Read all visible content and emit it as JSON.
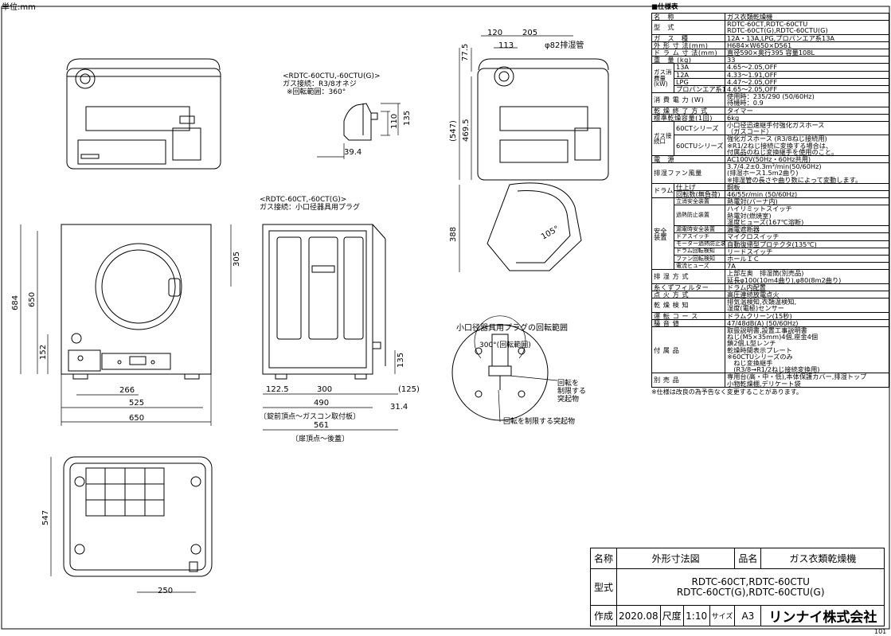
{
  "unit_label": "単位:mm",
  "page_number": "101",
  "notes": {
    "ctu_header": "<RDTC-60CTU,-60CTU(G)>",
    "ctu_gas": "ガス接続：R3/8オネジ",
    "ctu_rotation": "※回転範囲：360°",
    "ct_header": "<RDTC-60CT,-60CT(G)>",
    "ct_gas": "ガス接続：小口径器具用プラグ",
    "plug_title": "小口径器具用プラグの回転範囲",
    "plug_range": "300°(回転範囲)",
    "plug_label1a": "回転を",
    "plug_label1b": "制限する",
    "plug_label1c": "突起物",
    "plug_label2": "回転を制限する突起物",
    "caption1": "〔錠前頂点～ガスコン取付板〕",
    "caption2": "〔扉頂点～後蓋〕"
  },
  "dims": {
    "d120": "120",
    "d205": "205",
    "d113": "113",
    "d77": "77.5",
    "d82": "φ82排湿管",
    "d547a": "(547)",
    "d469": "469.5",
    "d388": "388",
    "d105": "105°",
    "d110": "110",
    "d135a": "135",
    "d39": "39.4",
    "d305": "305",
    "d684": "684",
    "d650v": "650",
    "d152": "152",
    "d266": "266",
    "d525": "525",
    "d650h": "650",
    "d1225": "122.5",
    "d300": "300",
    "d125": "(125)",
    "d135b": "135",
    "d490": "490",
    "d314": "31.4",
    "d561": "561",
    "d547b": "547",
    "d250": "250"
  },
  "spec": {
    "heading": "■仕様表",
    "rows": [
      {
        "k": "名　称",
        "v": [
          "ガス衣類乾燥機"
        ]
      },
      {
        "k": "型　式",
        "v": [
          "RDTC-60CT,RDTC-60CTU",
          "RDTC-60CT(G),RDTC-60CTU(G)"
        ]
      },
      {
        "k": "ガ　ス　種",
        "v": [
          "12A・13A,LPG,プロパンエア系13A"
        ]
      },
      {
        "k": "外 形 寸 法(mm)",
        "v": [
          "H684×W650×D561"
        ]
      },
      {
        "k": "ド ラ ム 寸 法(mm)",
        "v": [
          "直径590×奥行395 容量108L"
        ]
      },
      {
        "k": "重　量 (kg)",
        "v": [
          "33"
        ]
      }
    ],
    "gas_consumption": {
      "k": "ガス消費量(kW)",
      "sub": [
        {
          "s": "13A",
          "v": "4.65～2.05,OFF"
        },
        {
          "s": "12A",
          "v": "4.33～1.91,OFF"
        },
        {
          "s": "LPG",
          "v": "4.47～2.05,OFF"
        },
        {
          "s": "プロパンエア系13A",
          "v": "4.65～2.05,OFF"
        }
      ]
    },
    "rows2": [
      {
        "k": "消 費 電 力 (W)",
        "v": [
          "使用時：235/290 (50/60Hz)",
          "待機時：0.9"
        ]
      },
      {
        "k": "乾 燥 終 了 方 式",
        "v": [
          "タイマー"
        ]
      },
      {
        "k": "標準乾燥容量(1回)",
        "v": [
          "6kg"
        ]
      }
    ],
    "gas_conn": {
      "k": "ガス接続口",
      "sub": [
        {
          "s": "60CTシリーズ",
          "v": [
            "小口径迅速継手付強化ガスホース",
            "（ガスコード）"
          ]
        },
        {
          "s": "60CTUシリーズ",
          "v": [
            "強化ガスホース (R3/8ねじ接続用)",
            "※R1/2ねじ接続に変換する場合は、",
            "付属品のねじ変換継手を使用のこと。"
          ]
        }
      ]
    },
    "rows3": [
      {
        "k": "電　源",
        "v": [
          "AC100V(50Hz・60Hz共用)"
        ]
      },
      {
        "k": "排湿ファン風量",
        "v": [
          "3.7/4.2±0.3m³/min(50/60Hz)",
          "(排湿ホース1.5m2曲り)",
          "※排湿管の長さや曲り数によって変動します。"
        ]
      }
    ],
    "drum": {
      "k": "ドラム",
      "sub": [
        {
          "s": "仕上げ",
          "v": "鋼板"
        },
        {
          "s": "回転数(無負荷)",
          "v": "46/55r/min (50/60Hz)"
        }
      ]
    },
    "safety": {
      "k": "安全装置",
      "sub": [
        {
          "s": "立消安全装置",
          "v": [
            "熱電対(バーナ内)"
          ]
        },
        {
          "s": "過熱防止装置",
          "v": [
            "ハイリミットスイッチ",
            "熱電対(燃焼室)",
            "温度ヒューズ(167℃溶断)"
          ]
        },
        {
          "s": "漏電時安全装置",
          "v": [
            "漏電遮断器"
          ]
        },
        {
          "s": "ドアスイッチ",
          "v": [
            "マイクロスイッチ"
          ]
        },
        {
          "s": "モーター過熱防止装置",
          "v": [
            "自動復帰型プロテクタ(135℃)"
          ]
        },
        {
          "s": "ドラム回転検知",
          "v": [
            "リードスイッチ"
          ]
        },
        {
          "s": "ファン回転検知",
          "v": [
            "ホールＩＣ"
          ]
        },
        {
          "s": "電流ヒューズ",
          "v": [
            "7A"
          ]
        }
      ]
    },
    "rows4": [
      {
        "k": "排 湿 方 式",
        "v": [
          "上部左奥　排湿筒(別売品)",
          "延長φ100(10m4曲り),φ80(8m2曲り)"
        ]
      },
      {
        "k": "糸くずフィルター",
        "v": [
          "ドラム内配置"
        ]
      },
      {
        "k": "点 火 方 式",
        "v": [
          "高圧連続放電点火"
        ]
      },
      {
        "k": "乾 燥 検 知",
        "v": [
          "排気温検知,衣類温検知,",
          "湿度(電極)センサー"
        ]
      },
      {
        "k": "運 転 コ ー ス",
        "v": [
          "ドラムクリーン(15秒)"
        ]
      },
      {
        "k": "騒 音 値",
        "v": [
          "47/48dB(A) (50/60Hz)"
        ]
      },
      {
        "k": "付 属 品",
        "v": [
          "取扱説明書,設置工事説明書",
          "ねじ(M5×35mm)4個,座金4個",
          "鎖2個,L型レンチ",
          "乾燥時間表示プレート",
          "※60CTUシリーズのみ",
          "　ねじ変換継手",
          "　(R3/8→R1/2ねじ接続変換用)"
        ]
      },
      {
        "k": "別 売 品",
        "v": [
          "専用台(高・中・低),本体保護カバー,排湿トップ",
          "小物乾燥棚,デリケート袋"
        ]
      }
    ],
    "note": "※仕様は改良の為予告なく変更することがあります。"
  },
  "title_block": {
    "name_label": "名称",
    "name_value": "外形寸法図",
    "product_label": "品名",
    "product_value": "ガス衣類乾燥機",
    "model_label": "型式",
    "model_line1": "RDTC-60CT,RDTC-60CTU",
    "model_line2": "RDTC-60CT(G),RDTC-60CTU(G)",
    "created_label": "作成",
    "created_value": "2020.08",
    "scale_label": "尺度",
    "scale_value": "1:10",
    "size_label": "サイズ",
    "size_value": "A3",
    "company": "リンナイ株式会社"
  }
}
